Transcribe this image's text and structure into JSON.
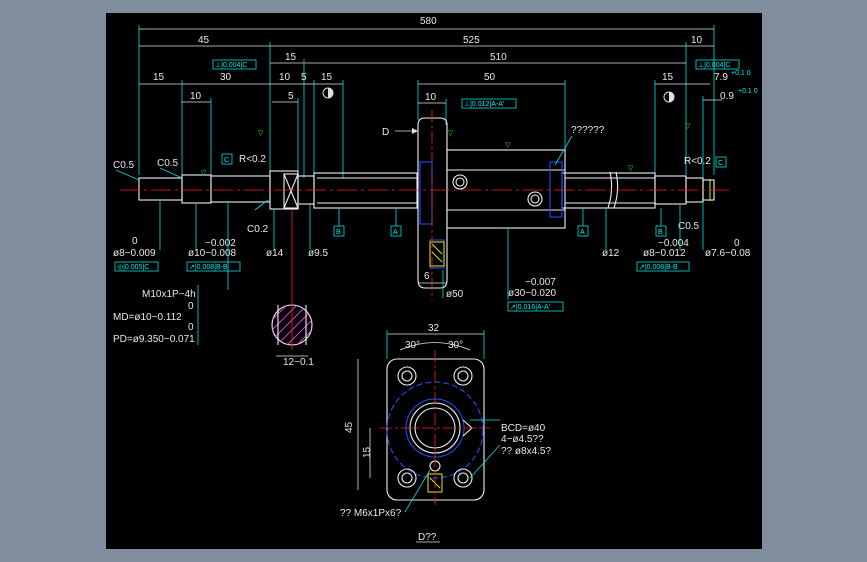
{
  "dims_top": {
    "overall": "580",
    "left_45": "45",
    "mid_525": "525",
    "right_10": "10",
    "d15a": "15",
    "d510": "510",
    "d15b": "15",
    "d30": "30",
    "d10a": "10",
    "d5a": "5",
    "d15c": "15",
    "d50": "50",
    "d15d": "15",
    "d7_9": "7.9",
    "d7_9_tol": "+0.1 0",
    "d10b": "10",
    "d5b": "5",
    "d10c": "10",
    "d0_9": "0.9",
    "d0_9_tol": "+0.1 0"
  },
  "tolerance_frames": {
    "left_perp": "⊥|0.004|C",
    "right_perp": "⊥|0.004|C",
    "mid_perp": "⊥|0.012|A-A'",
    "left_runout1": "◎|0.005|C",
    "left_runout2": "↗|0.008|B-B",
    "right_runout": "↗|0.008|B-B",
    "nut_runout": "↗|0.016|A-A'"
  },
  "labels": {
    "question": "??????",
    "D": "D",
    "c05_left": "C0.5",
    "c05_b": "C0.5",
    "c02": "C0.2",
    "r02_left": "R<0.2",
    "r02_right": "R<0.2",
    "c05_right": "C0.5",
    "dia8_a": "0",
    "dia8_b": "ø8−0.009",
    "dia10_a": "−0.002",
    "dia10_b": "ø10−0.008",
    "dia14": "ø14",
    "dia9_5": "ø9.5",
    "dia12": "ø12",
    "dia8r_a": "−0.004",
    "dia8r_b": "ø8−0.012",
    "dia76_a": "0",
    "dia76_b": "ø7.6−0.08",
    "six": "6",
    "dia50": "ø50",
    "dia30_a": "−0.007",
    "dia30_b": "ø30−0.020",
    "thread": "M10x1P−4h",
    "md_a": "0",
    "md_b": "MD=ø10−0.112",
    "pd_a": "0",
    "pd_b": "PD=ø9.350−0.071",
    "key_w": "12−0.1",
    "flange_32": "32",
    "flange_30a": "30°",
    "flange_30b": "30°",
    "flange_45": "45",
    "flange_15": "15",
    "bcd": "BCD=ø40",
    "holes": "4−ø4.5??",
    "cbore": "?? ø8x4.5?",
    "tap": "?? M6x1Px6?",
    "view": "D??"
  },
  "datums": {
    "A": "A",
    "A2": "A",
    "B": "B",
    "B2": "B",
    "C": "C",
    "C2": "C"
  },
  "colors": {
    "background": "#000000",
    "dimension": "#e0e0e0",
    "annotation": "#00f0f0",
    "centerline": "#ff2020",
    "hidden": "#1e4bff",
    "surface": "#00ff00"
  }
}
